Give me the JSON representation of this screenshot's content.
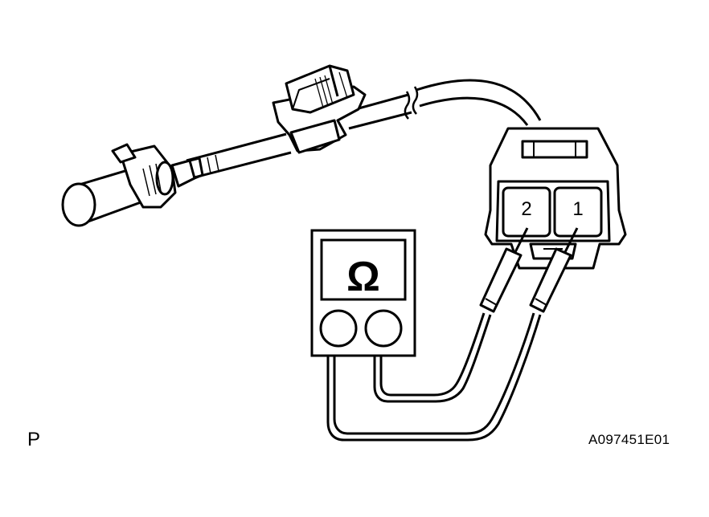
{
  "figure": {
    "corner_label": "P",
    "figure_id": "A097451E01"
  },
  "connector": {
    "pin_left": "2",
    "pin_right": "1"
  },
  "ohmmeter": {
    "symbol": "Ω"
  },
  "colors": {
    "ink": "#000000",
    "paper": "#ffffff"
  }
}
